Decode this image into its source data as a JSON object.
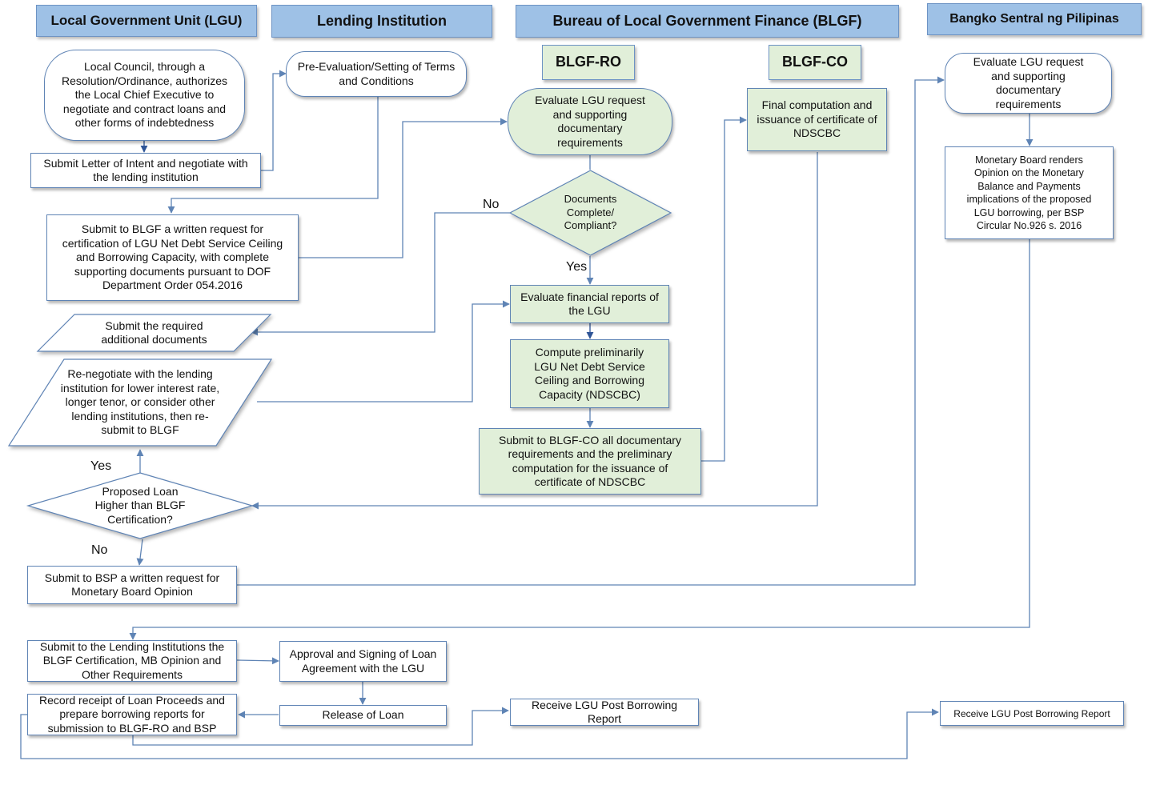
{
  "lanes": {
    "lgu": "Local Government Unit (LGU)",
    "lending": "Lending Institution",
    "blgf": "Bureau of Local Government Finance (BLGF)",
    "bsp": "Bangko Sentral ng Pilipinas",
    "blgf_ro": "BLGF-RO",
    "blgf_co": "BLGF-CO"
  },
  "lgu": {
    "council": "Local Council, through a Resolution/Ordinance, authorizes the Local Chief Executive to negotiate and contract loans and other forms of indebtedness",
    "letter_of_intent": "Submit Letter of Intent and negotiate with the lending institution",
    "written_request_blgf": "Submit to BLGF a written request for certification of LGU Net Debt Service Ceiling and Borrowing Capacity, with complete supporting documents pursuant to DOF Department Order 054.2016",
    "additional_documents": "Submit the required additional documents",
    "renegotiate": "Re-negotiate with the lending institution for lower interest rate, longer tenor, or consider other lending institutions, then re-submit to BLGF",
    "decision_loan": "Proposed Loan Higher than BLGF Certification?",
    "written_request_bsp": "Submit to BSP a written request for Monetary Board Opinion",
    "submit_lending": "Submit to the Lending Institutions the BLGF Certification, MB Opinion and Other Requirements",
    "record_receipt": "Record receipt of Loan Proceeds and prepare borrowing reports for submission to BLGF-RO and BSP"
  },
  "lending": {
    "pre_evaluation": "Pre-Evaluation/Setting of Terms and Conditions",
    "approval": "Approval and Signing of Loan Agreement with the LGU",
    "release": "Release of Loan"
  },
  "blgf_ro": {
    "evaluate_request": "Evaluate LGU request and supporting documentary requirements",
    "decision_docs": "Documents Complete/ Compliant?",
    "evaluate_financial": "Evaluate financial reports of the LGU",
    "compute": "Compute preliminarily LGU Net Debt Service Ceiling and Borrowing Capacity (NDSCBC)",
    "submit_co": "Submit to BLGF-CO all documentary requirements and the preliminary computation for the issuance of certificate of NDSCBC",
    "receive_report": "Receive LGU Post Borrowing Report"
  },
  "blgf_co": {
    "final_computation": "Final computation and issuance of certificate of NDSCBC"
  },
  "bsp": {
    "evaluate_request": "Evaluate LGU request and supporting documentary requirements",
    "monetary_board": "Monetary Board renders Opinion on the Monetary Balance and Payments implications of the proposed LGU borrowing, per BSP Circular No.926 s. 2016",
    "receive_report": "Receive LGU Post Borrowing Report"
  },
  "labels": {
    "no_docs": "No",
    "yes_docs": "Yes",
    "yes_loan": "Yes",
    "no_loan": "No"
  },
  "colors": {
    "header_fill": "#9ec1e6",
    "green_fill": "#e1efd9",
    "connector": "#5f84b5",
    "node_border": "#5f84b5"
  }
}
